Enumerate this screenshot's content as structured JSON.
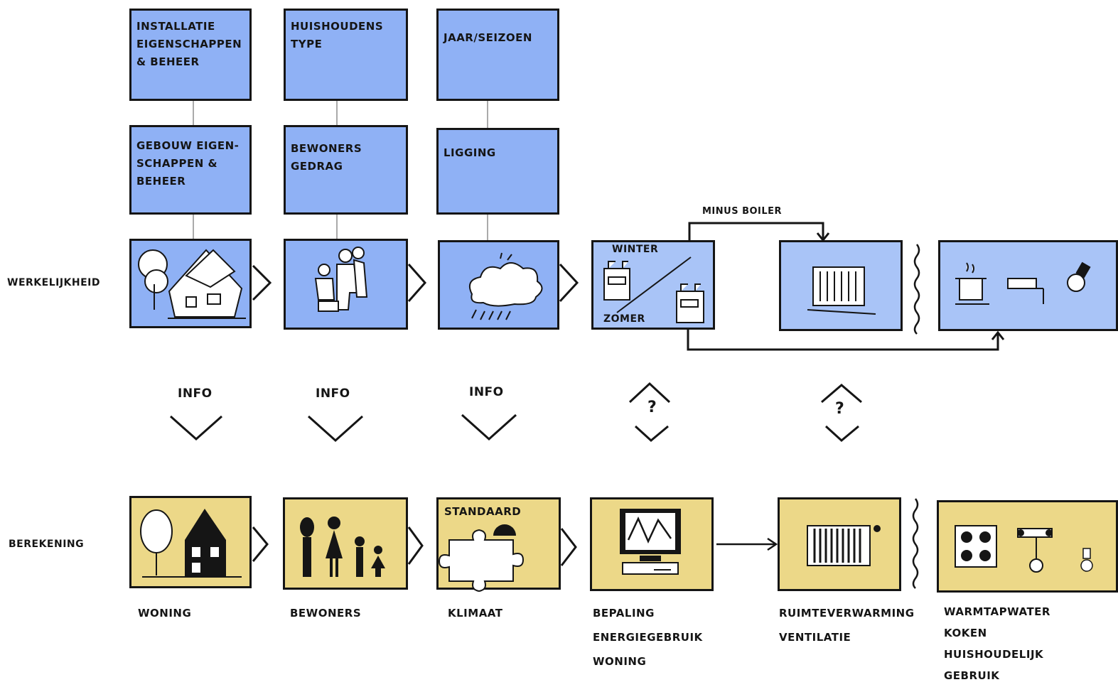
{
  "rows": {
    "werkelijkheid": "WERKELIJKHEID",
    "berekening": "BEREKENING"
  },
  "blue_boxes_top": [
    "INSTALLATIE\nEIGENSCHAPPEN\n& BEHEER",
    "HUISHOUDENS\nTYPE",
    "JAAR/SEIZOEN"
  ],
  "blue_boxes_mid": [
    "GEBOUW EIGEN-\nSCHAPPEN &\nBEHEER",
    "BEWONERS\nGEDRAG",
    "LIGGING"
  ],
  "season_box": {
    "top": "WINTER",
    "bottom": "ZOMER"
  },
  "bypass_label": "MINUS BOILER",
  "info_labels": [
    "INFO",
    "INFO",
    "INFO"
  ],
  "question_marks": [
    "?",
    "?"
  ],
  "standaard_label": "STANDAARD",
  "bottom_captions": [
    "WONING",
    "BEWONERS",
    "KLIMAAT",
    "BEPALING\nENERGIEGEBRUIK\nWONING",
    "RUIMTEVERWARMING\nVENTILATIE",
    "WARMTAPWATER\nKOKEN\nHUISHOUDELIJK\nGEBRUIK"
  ],
  "colors": {
    "blue": "#8fb1f5",
    "blue_light": "#a9c4f7",
    "yellow": "#ecd888",
    "ink": "#151515"
  }
}
